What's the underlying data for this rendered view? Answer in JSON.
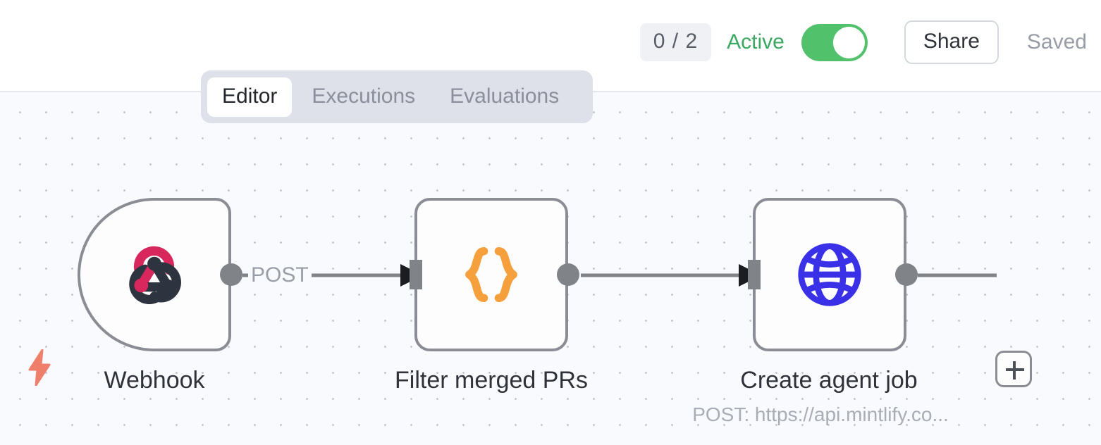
{
  "header": {
    "execution_badge": "0 / 2",
    "active_label": "Active",
    "active_toggle_state": "on",
    "share_label": "Share",
    "saved_label": "Saved",
    "toggle_color": "#51c16b",
    "active_text_color": "#3aa860"
  },
  "tabs": [
    {
      "label": "Editor",
      "active": true
    },
    {
      "label": "Executions",
      "active": false
    },
    {
      "label": "Evaluations",
      "active": false
    }
  ],
  "canvas": {
    "background_color": "#f9fafd",
    "dot_color": "#c3c6cf",
    "nodes": [
      {
        "id": "webhook",
        "label": "Webhook",
        "subtitle": "",
        "icon": "webhook-logo-icon",
        "type": "trigger",
        "icon_colors": {
          "primary": "#d8275c",
          "secondary": "#2d3440"
        }
      },
      {
        "id": "code",
        "label": "Filter merged PRs",
        "subtitle": "",
        "icon": "curly-braces-icon",
        "type": "action",
        "icon_colors": {
          "primary": "#f5a03c"
        }
      },
      {
        "id": "http",
        "label": "Create agent job",
        "subtitle": "POST: https://api.mintlify.co...",
        "icon": "globe-icon",
        "type": "action",
        "icon_colors": {
          "primary": "#3930e8"
        }
      }
    ],
    "edges": [
      {
        "from": "webhook",
        "to": "code",
        "label": "POST"
      },
      {
        "from": "code",
        "to": "http",
        "label": ""
      }
    ],
    "add_node_button": "+",
    "trigger_bolt_color": "#ef7f6a"
  }
}
